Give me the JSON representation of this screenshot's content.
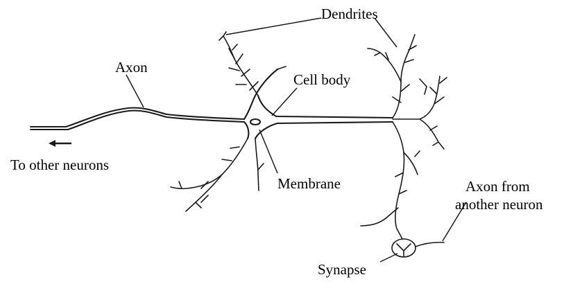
{
  "labels": {
    "dendrites": "Dendrites",
    "axon": "Axon",
    "cell_body": "Cell body",
    "to_other_neurons": "To other neurons",
    "membrane": "Membrane",
    "axon_from_another_neuron_line1": "Axon from",
    "axon_from_another_neuron_line2": "another neuron",
    "synapse": "Synapse"
  },
  "icons": {
    "direction_arrow": "left-arrow-icon"
  }
}
